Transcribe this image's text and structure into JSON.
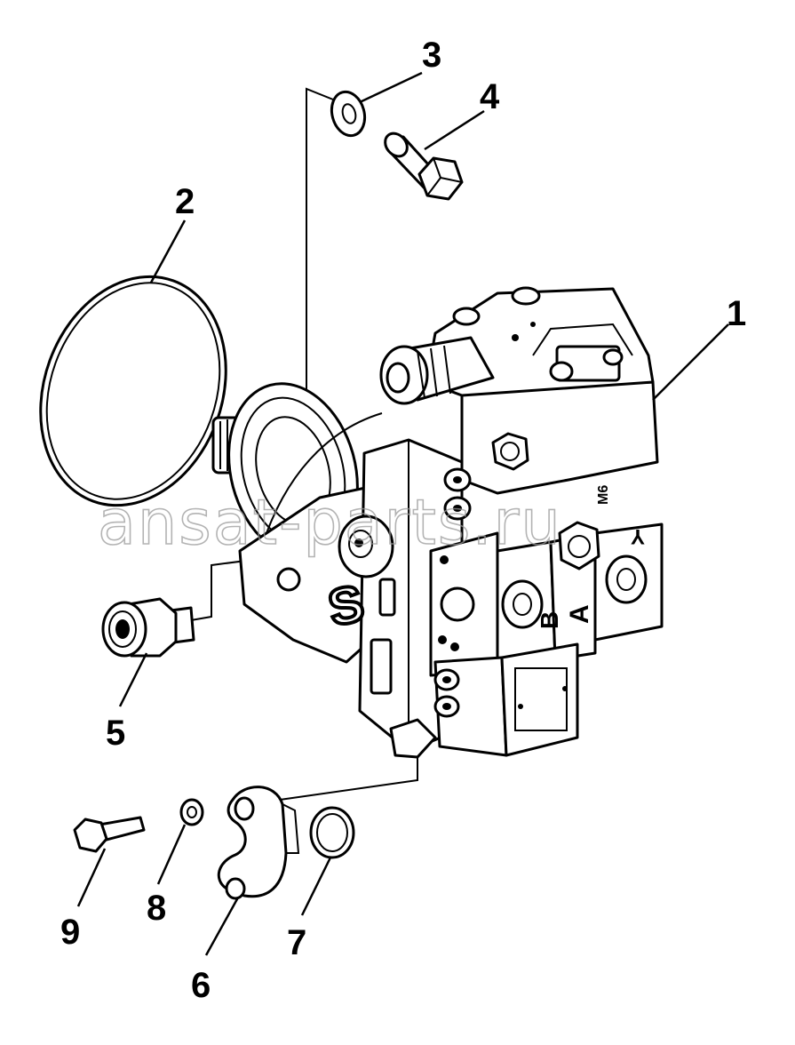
{
  "diagram": {
    "watermark": "ansat-parts.ru",
    "callouts": [
      {
        "id": "1",
        "label": "1"
      },
      {
        "id": "2",
        "label": "2"
      },
      {
        "id": "3",
        "label": "3"
      },
      {
        "id": "4",
        "label": "4"
      },
      {
        "id": "5",
        "label": "5"
      },
      {
        "id": "6",
        "label": "6"
      },
      {
        "id": "7",
        "label": "7"
      },
      {
        "id": "8",
        "label": "8"
      },
      {
        "id": "9",
        "label": "9"
      }
    ],
    "housing_markings": {
      "port_a": "A",
      "port_b": "B",
      "port_s": "S",
      "port_y": "Y",
      "marking_m6": "M6"
    }
  }
}
